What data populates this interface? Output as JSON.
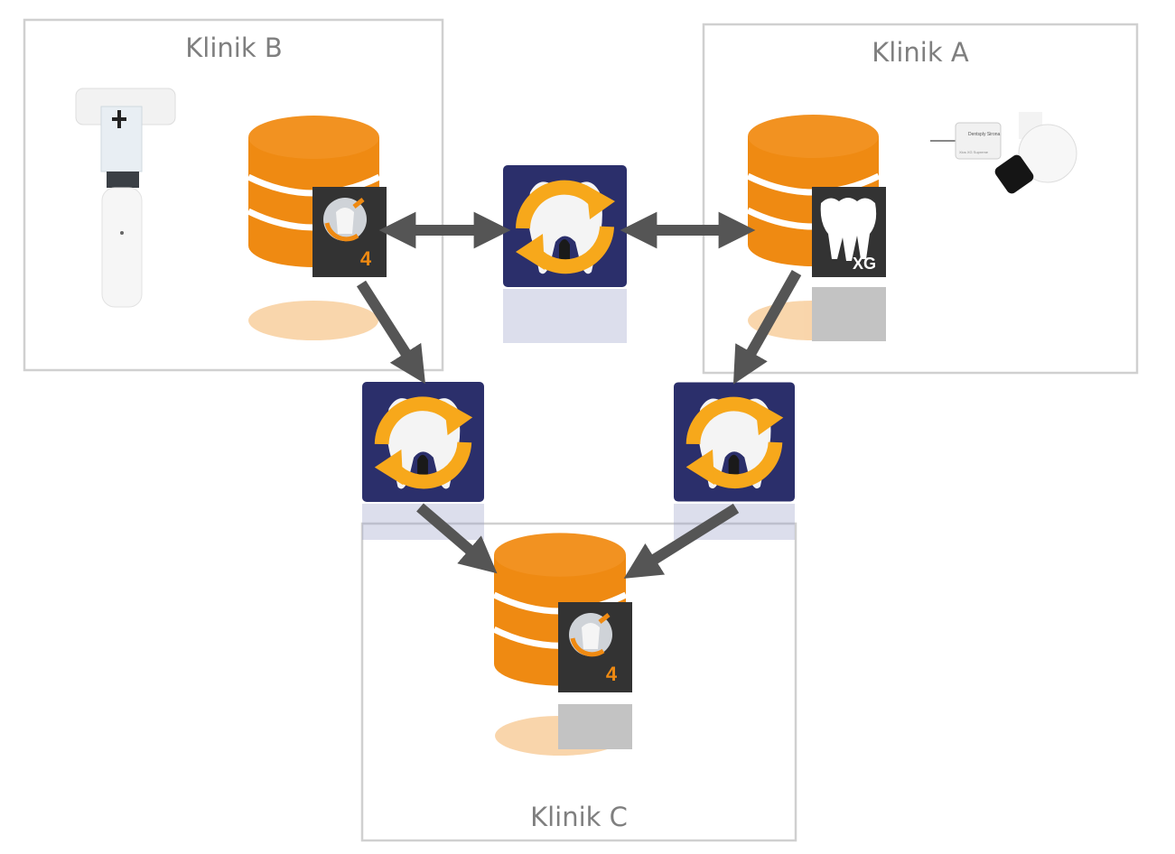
{
  "clinics": {
    "b": {
      "label": "Klinik B",
      "badge": "4"
    },
    "a": {
      "label": "Klinik A",
      "badge": "XG"
    },
    "c": {
      "label": "Klinik C",
      "badge": "4"
    }
  },
  "sensor": {
    "brand": "Dentsply Sirona",
    "model": "Xios XG Supreme"
  },
  "colors": {
    "database": "#ef8a12",
    "sync_bg": "#2b2f6b",
    "sync_arrows": "#f7a81b",
    "arrow": "#555555",
    "frame": "#d0d0d0",
    "badge_bg": "#333333"
  },
  "icons": {
    "database": "database-icon",
    "sync": "sync-icon",
    "software_4": "sidexis-4-icon",
    "software_xg": "sidexis-xg-icon"
  }
}
